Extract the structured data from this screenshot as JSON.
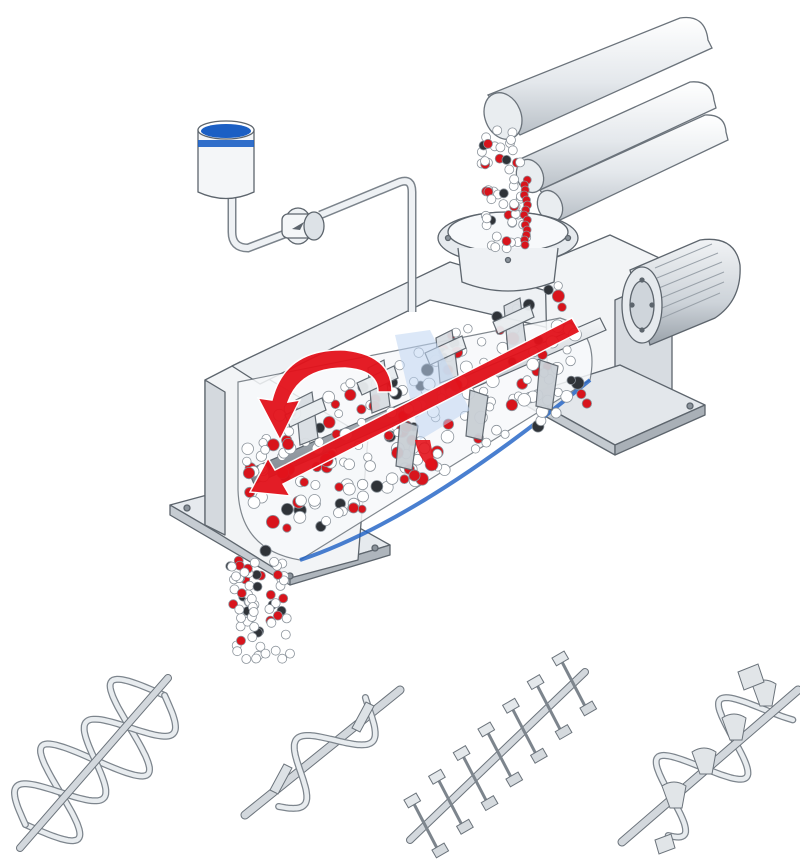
{
  "colors": {
    "background": "#ffffff",
    "metal_light": "#f2f4f6",
    "metal_mid": "#cfd5db",
    "metal_dark": "#8b939b",
    "outline": "#5d656d",
    "flow_arrow": "#e3121b",
    "liquid": "#1b5fc4",
    "particle_white": "#ffffff",
    "particle_red": "#d8141c",
    "particle_dark": "#2f3338"
  },
  "diagram": {
    "main_illustration": "continuous-paddle-mixer",
    "agitator_variants": [
      "ribbon-agitator",
      "ribbon-paddle-agitator",
      "paddle-agitator",
      "plough-ribbon-agitator"
    ]
  }
}
